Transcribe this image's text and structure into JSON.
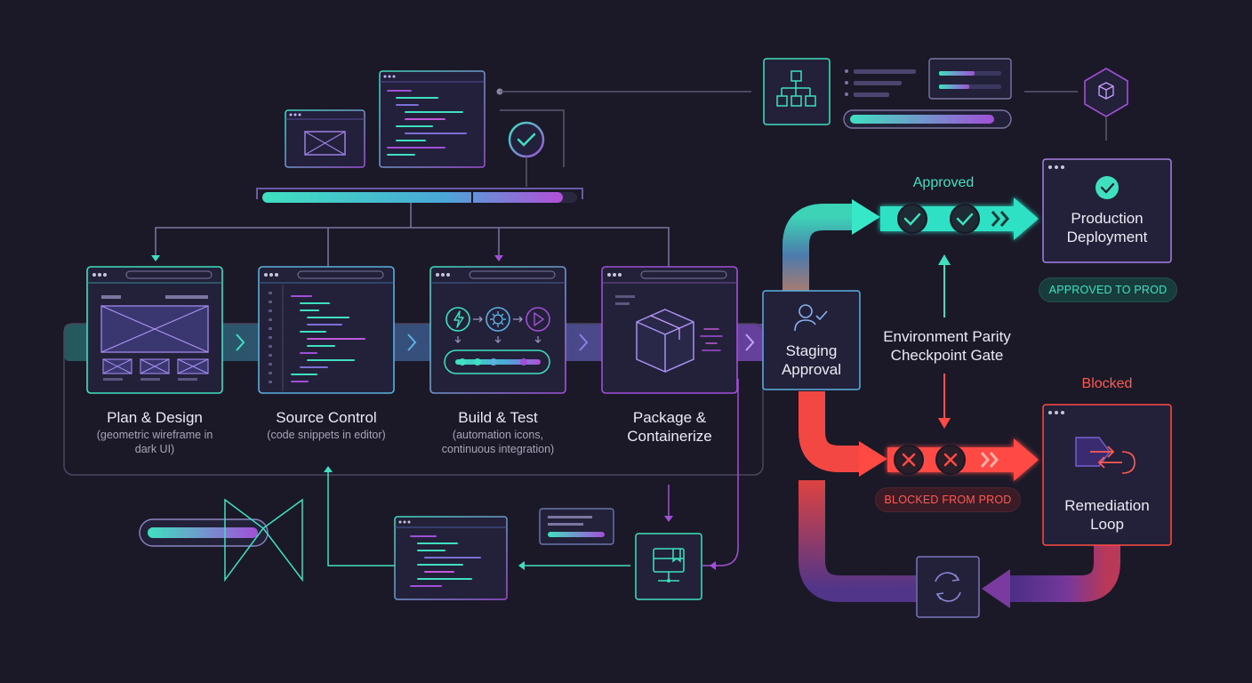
{
  "stages": [
    {
      "title": "Plan & Design",
      "subtitle": "(geometric wireframe in dark UI)"
    },
    {
      "title": "Source Control",
      "subtitle": "(code snippets in editor)"
    },
    {
      "title": "Build & Test",
      "subtitle": "(automation icons, continuous integration)"
    },
    {
      "title": "Package & Containerize",
      "subtitle": ""
    }
  ],
  "staging": {
    "label": "Staging Approval"
  },
  "gate": {
    "label": "Environment Parity Checkpoint Gate"
  },
  "approved": {
    "status": "Approved",
    "badge": "APPROVED TO PROD",
    "target": "Production Deployment"
  },
  "blocked": {
    "status": "Blocked",
    "badge": "BLOCKED FROM PROD",
    "target": "Remediation Loop"
  },
  "colors": {
    "teal": "#3fe0c0",
    "purple": "#a24fd8",
    "red": "#ff4a44",
    "background": "#1b1928",
    "panel": "#242236"
  },
  "icons": [
    "wireframe-icon",
    "code-icon",
    "lightning-icon",
    "gear-icon",
    "play-icon",
    "package-box-icon",
    "user-check-icon",
    "check-icon",
    "x-icon",
    "sitemap-icon",
    "cube-icon",
    "refresh-icon",
    "book-icon",
    "swap-arrows-icon"
  ]
}
